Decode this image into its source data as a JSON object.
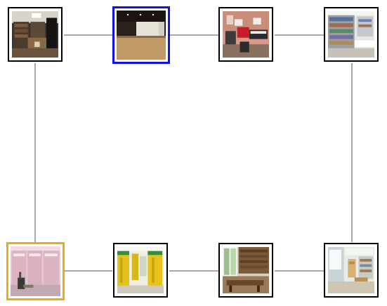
{
  "nodes": [
    {
      "id": "n1",
      "scene": "home-library-room",
      "state": "default",
      "label": ""
    },
    {
      "id": "n2",
      "scene": "empty-stage-room",
      "state": "selected-blue",
      "label": ""
    },
    {
      "id": "n3",
      "scene": "music-studio",
      "state": "default",
      "label": ""
    },
    {
      "id": "n4",
      "scene": "library-bookshelves",
      "state": "default",
      "label": ""
    },
    {
      "id": "n5",
      "scene": "pink-locker-room",
      "state": "highlighted-orange",
      "label": ""
    },
    {
      "id": "n6",
      "scene": "yellow-locker-hallway",
      "state": "default",
      "label": ""
    },
    {
      "id": "n7",
      "scene": "reading-room-tables",
      "state": "default",
      "label": ""
    },
    {
      "id": "n8",
      "scene": "bright-library-corner",
      "state": "default",
      "label": ""
    }
  ],
  "edges": [
    [
      "n1",
      "n2"
    ],
    [
      "n2",
      "n3"
    ],
    [
      "n3",
      "n4"
    ],
    [
      "n1",
      "n5"
    ],
    [
      "n4",
      "n8"
    ],
    [
      "n5",
      "n6"
    ],
    [
      "n6",
      "n7"
    ],
    [
      "n7",
      "n8"
    ]
  ],
  "colors": {
    "edge": "#8c8c8c",
    "selected": "#1212e6",
    "highlight": "#f0a820",
    "border": "#000000"
  }
}
